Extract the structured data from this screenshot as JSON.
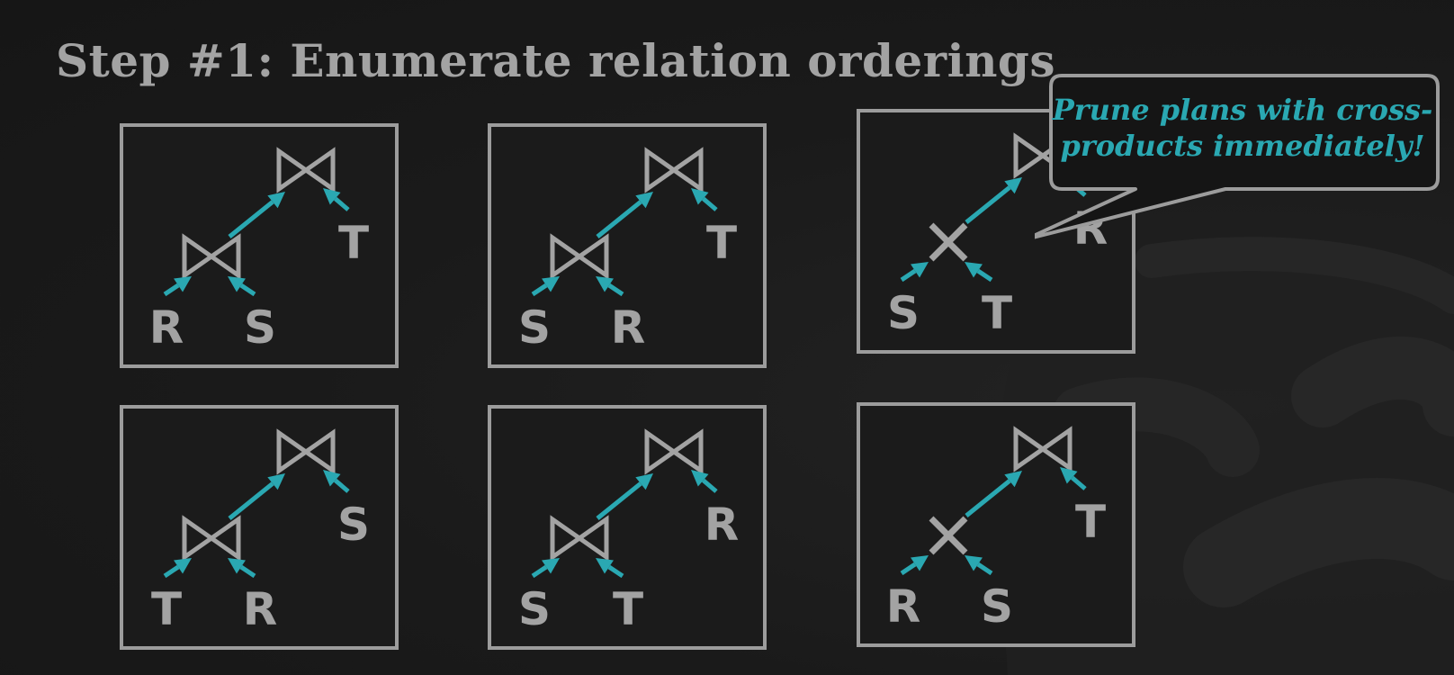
{
  "slide": {
    "title": "Step #1: Enumerate relation orderings"
  },
  "callout": {
    "text": "Prune plans with cross-products immediately!"
  },
  "colors": {
    "arrow": "#2aa8b2",
    "node": "#a3a3a3",
    "box_border": "#9c9c9c",
    "background": "#1a1a1a"
  },
  "plans": [
    {
      "root_op": "join",
      "child_op": "join",
      "left_leaf": "R",
      "right_leaf": "S",
      "outer_leaf": "T"
    },
    {
      "root_op": "join",
      "child_op": "join",
      "left_leaf": "S",
      "right_leaf": "R",
      "outer_leaf": "T"
    },
    {
      "root_op": "join",
      "child_op": "cross-product",
      "left_leaf": "S",
      "right_leaf": "T",
      "outer_leaf": "R"
    },
    {
      "root_op": "join",
      "child_op": "join",
      "left_leaf": "T",
      "right_leaf": "R",
      "outer_leaf": "S"
    },
    {
      "root_op": "join",
      "child_op": "join",
      "left_leaf": "S",
      "right_leaf": "T",
      "outer_leaf": "R"
    },
    {
      "root_op": "join",
      "child_op": "cross-product",
      "left_leaf": "R",
      "right_leaf": "S",
      "outer_leaf": "T"
    }
  ]
}
